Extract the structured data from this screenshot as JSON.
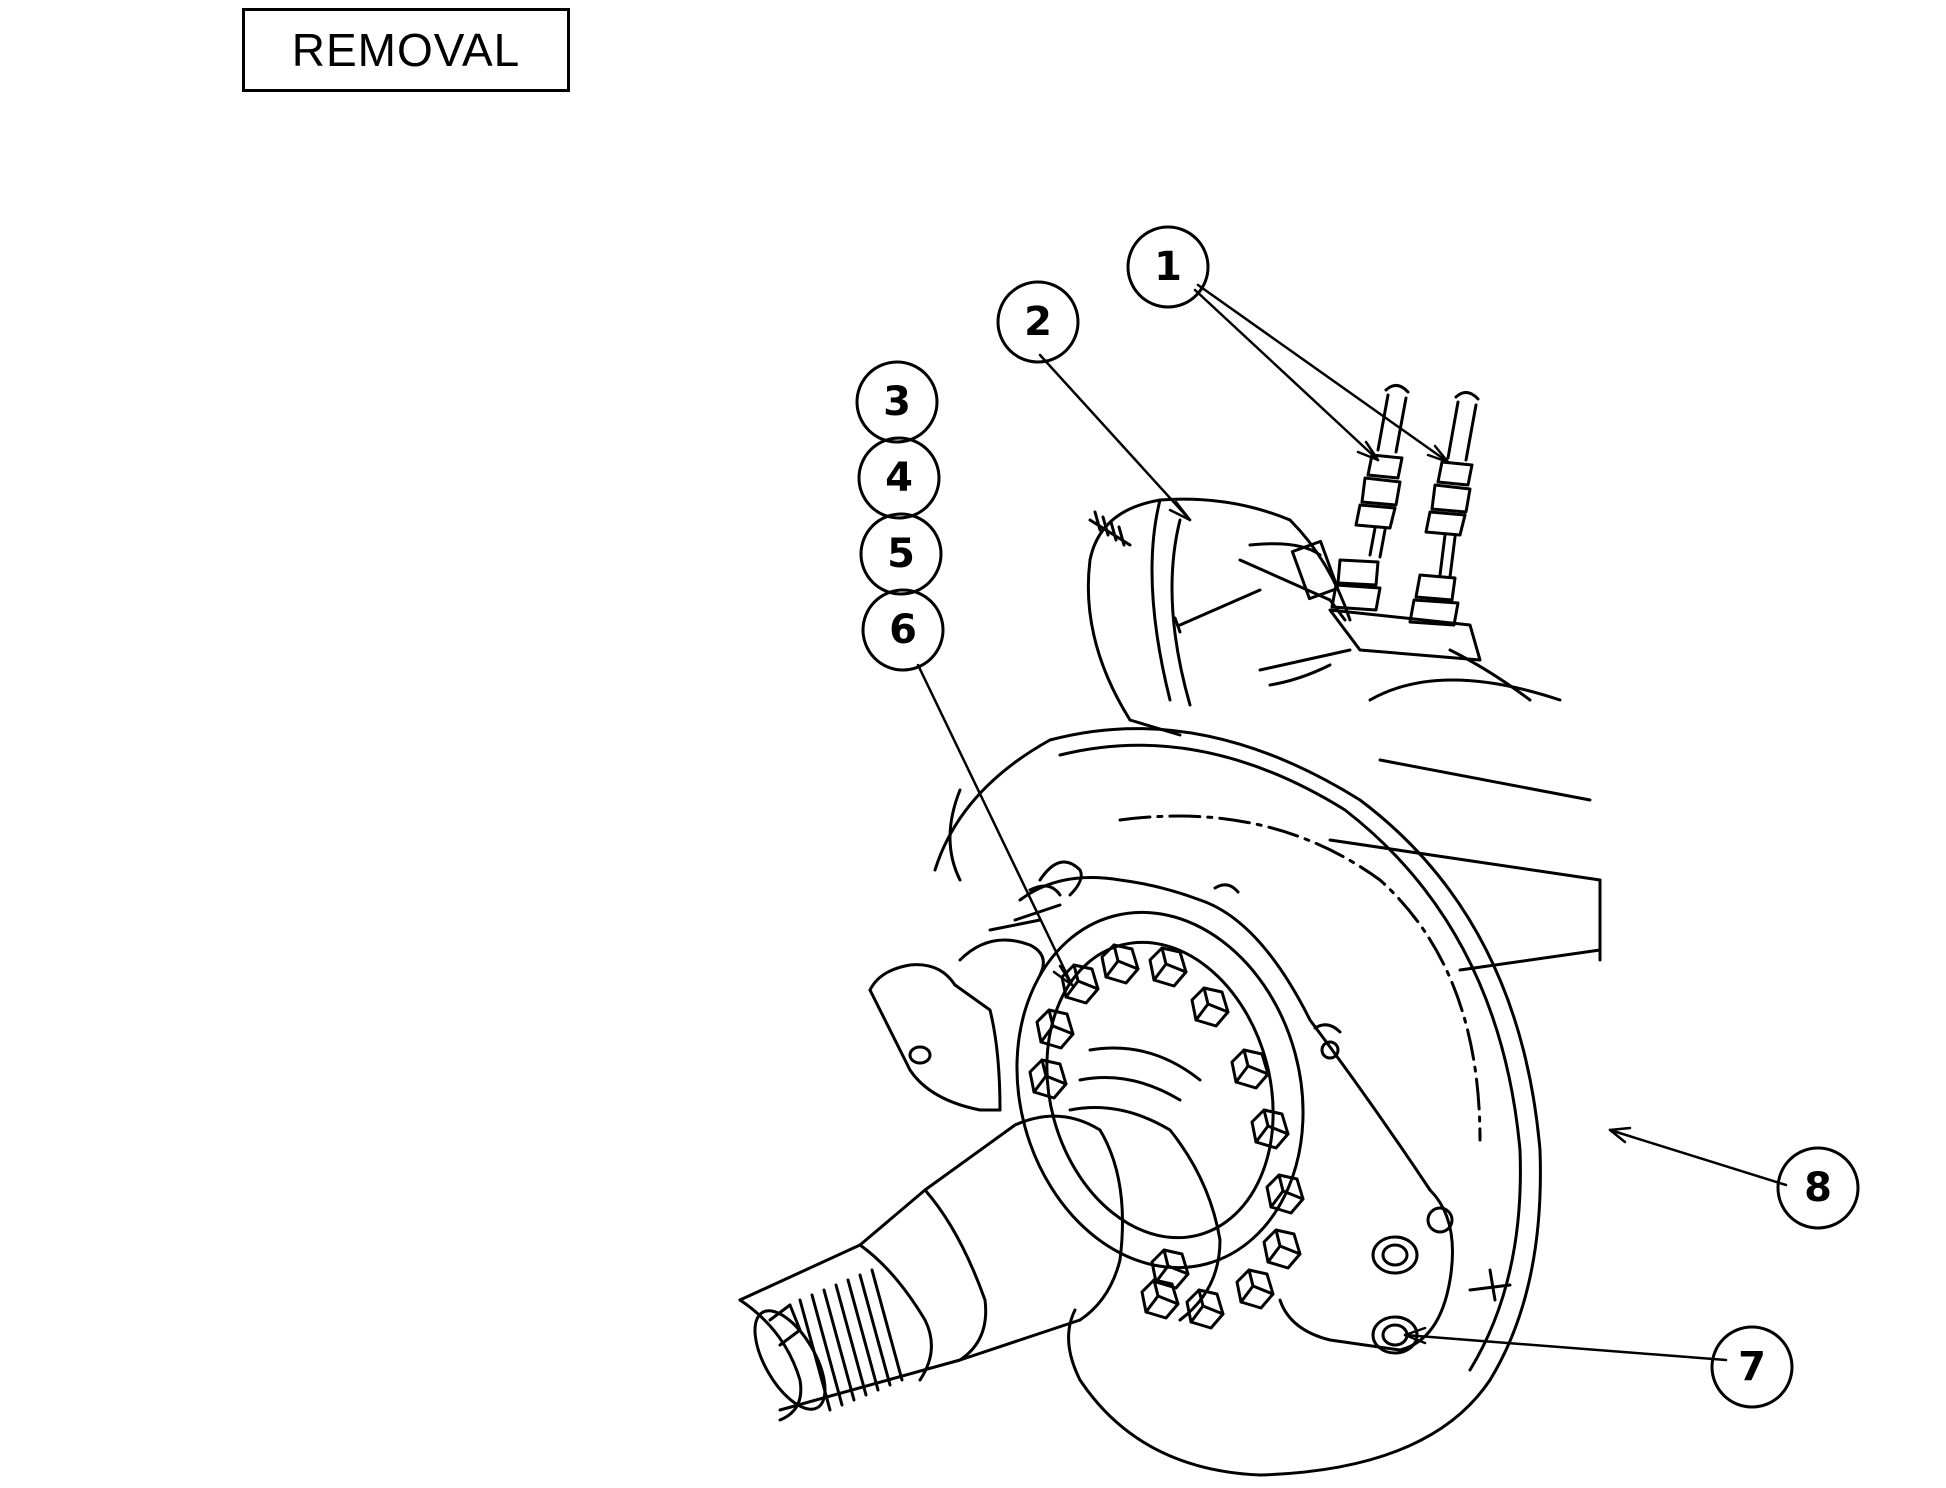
{
  "section_title": "REMOVAL",
  "callouts": [
    {
      "label": "1"
    },
    {
      "label": "2"
    },
    {
      "label": "3"
    },
    {
      "label": "4"
    },
    {
      "label": "5"
    },
    {
      "label": "6"
    },
    {
      "label": "7"
    },
    {
      "label": "8"
    }
  ],
  "colors": {
    "ink": "#000000",
    "paper": "#ffffff"
  }
}
